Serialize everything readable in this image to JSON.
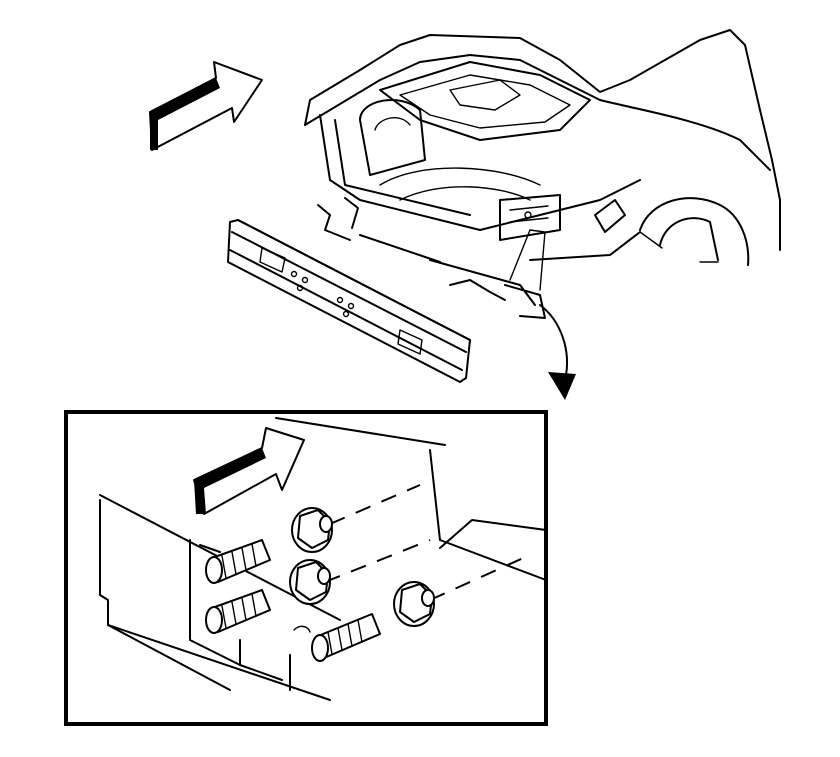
{
  "figure": {
    "background": "#ffffff",
    "line_color": "#000000",
    "icons": [
      "forward-direction-arrow",
      "detail-callout-arrow",
      "stud",
      "flange-nut"
    ]
  }
}
